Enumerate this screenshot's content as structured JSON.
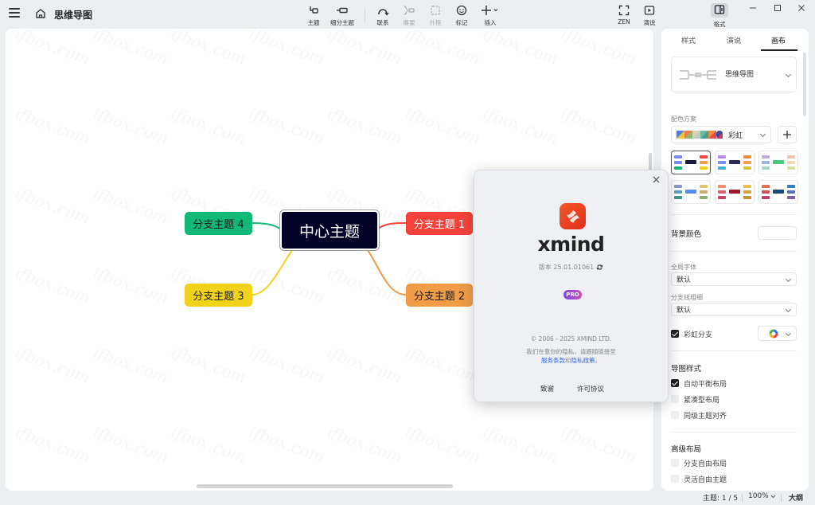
{
  "app": {
    "document_title": "思维导图"
  },
  "toolbar": {
    "topic": "主题",
    "subtopic": "细分主题",
    "relationship": "联系",
    "summary": "概要",
    "boundary": "外框",
    "marker": "标记",
    "insert": "插入",
    "zen": "ZEN",
    "present": "演说",
    "format": "格式"
  },
  "mindmap": {
    "central": "中心主题",
    "branches": [
      {
        "label": "分支主题 1",
        "color": "#f4423a"
      },
      {
        "label": "分支主题 2",
        "color": "#f29c48"
      },
      {
        "label": "分支主题 3",
        "color": "#f2d21b"
      },
      {
        "label": "分支主题 4",
        "color": "#11b877"
      }
    ],
    "central_color": "#020227"
  },
  "about_dialog": {
    "app_name": "xmind",
    "version_label": "版本 25.01.01061",
    "badge": "PRO",
    "copyright": "© 2006 - 2025 XMIND LTD.",
    "privacy_text": "我们在意你的隐私，请跟随链接至",
    "terms_link": "服务条款",
    "and": "和",
    "privacy_link": "隐私政策",
    "period": "。",
    "credits_button": "致谢",
    "license_button": "许可协议",
    "brand_color": "#e9401f"
  },
  "panel": {
    "tabs": [
      {
        "label": "样式",
        "active": false
      },
      {
        "label": "演说",
        "active": false
      },
      {
        "label": "画布",
        "active": true
      }
    ],
    "structure": "思维导图",
    "color_scheme_label": "配色方案",
    "color_scheme_value": "彩虹",
    "background_color_label": "背景颜色",
    "global_font_label": "全局字体",
    "global_font_value": "默认",
    "branch_thickness_label": "分支线粗细",
    "branch_thickness_value": "默认",
    "rainbow_branch_label": "彩虹分支",
    "rainbow_branch_checked": true,
    "map_style_heading": "导图样式",
    "map_style_options": [
      {
        "label": "自动平衡布局",
        "checked": true
      },
      {
        "label": "紧凑型布局",
        "checked": false
      },
      {
        "label": "同级主题对齐",
        "checked": false
      }
    ],
    "advanced_layout_heading": "高级布局",
    "advanced_layout_options": [
      {
        "label": "分支自由布局",
        "checked": false
      },
      {
        "label": "灵活自由主题",
        "checked": false
      }
    ]
  },
  "statusbar": {
    "topic_count": "主题: 1 / 5",
    "zoom": "100%",
    "outline": "大纲"
  },
  "watermark": "ifbox.com"
}
